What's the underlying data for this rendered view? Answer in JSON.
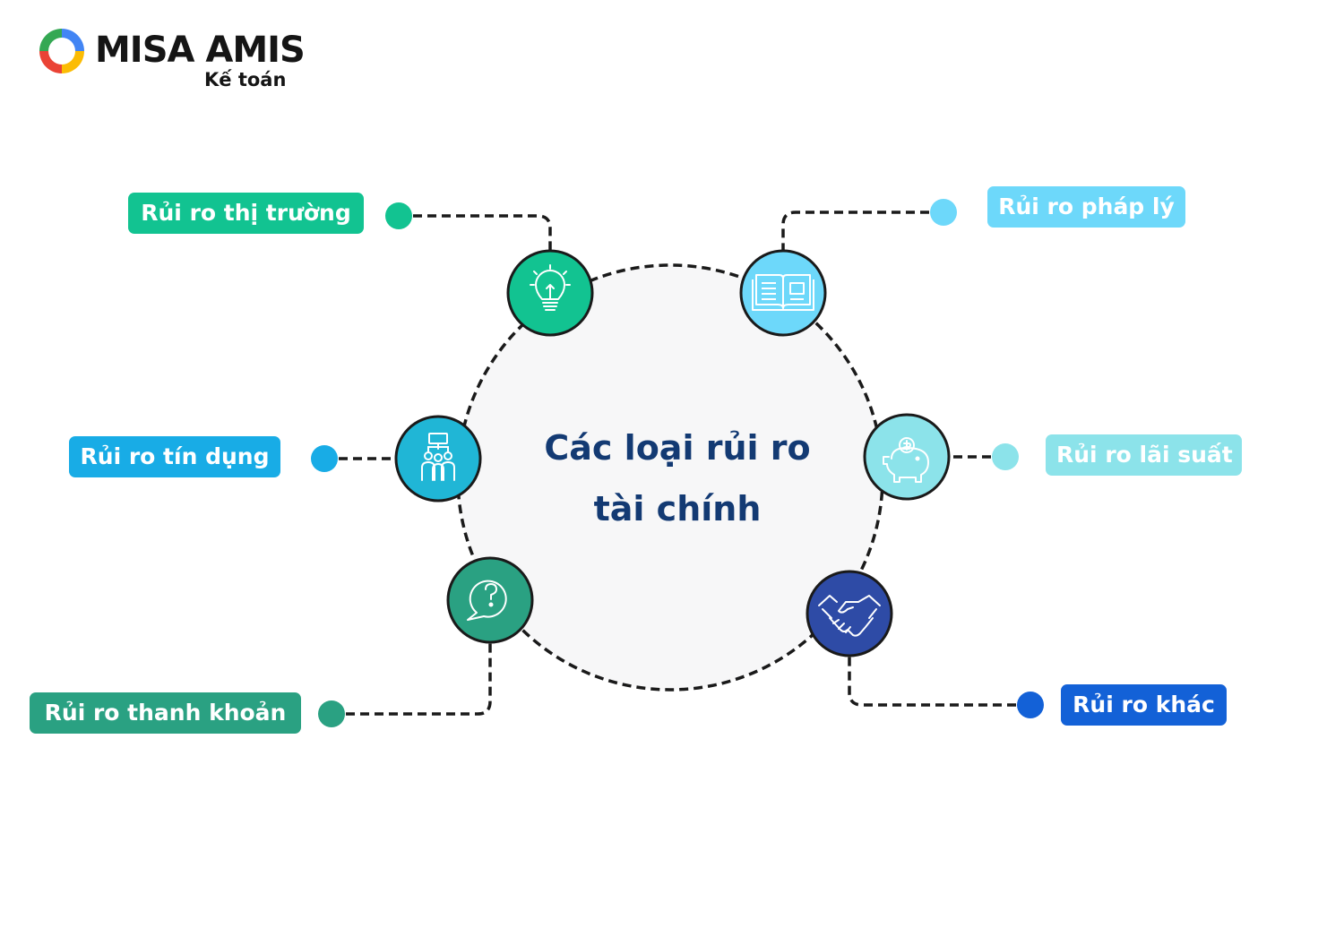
{
  "brand": {
    "name": "MISA AMIS",
    "product": "Kế toán"
  },
  "diagram": {
    "center_title_line1": "Các loại rủi ro",
    "center_title_line2": "tài chính",
    "items": [
      {
        "label": "Rủi ro thị trường",
        "icon": "lightbulb-icon",
        "color": "#12c391"
      },
      {
        "label": "Rủi ro pháp lý",
        "icon": "open-book-icon",
        "color": "#6dd8fa"
      },
      {
        "label": "Rủi ro tín dụng",
        "icon": "people-network-icon",
        "color": "#18ace6"
      },
      {
        "label": "Rủi ro lãi suất",
        "icon": "piggy-bank-icon",
        "color": "#8ce3ea"
      },
      {
        "label": "Rủi ro thanh khoản",
        "icon": "question-bubble-icon",
        "color": "#2aa182"
      },
      {
        "label": "Rủi ro khác",
        "icon": "handshake-icon",
        "color": "#1361d7"
      }
    ]
  }
}
